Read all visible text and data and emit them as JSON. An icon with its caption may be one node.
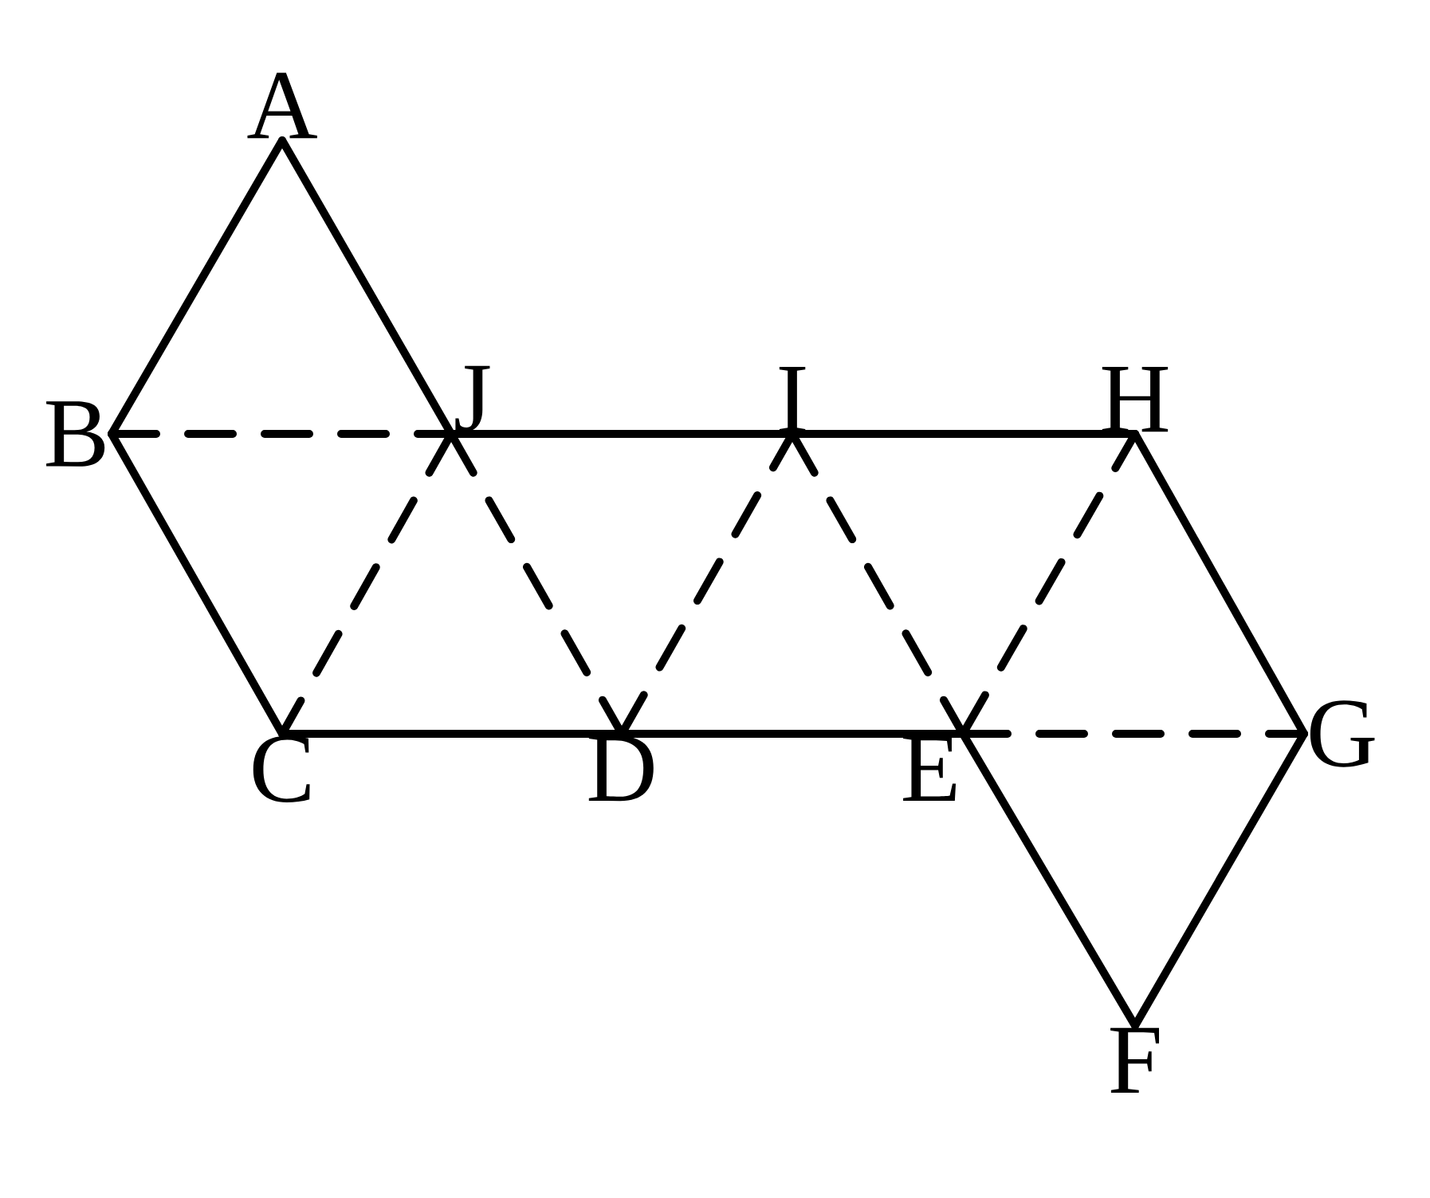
{
  "diagram": {
    "nodes": [
      {
        "text": [
          "A"
        ]
      },
      {
        "text": [
          "B"
        ]
      },
      {
        "text": [
          "J"
        ]
      },
      {
        "text": [
          "I"
        ]
      },
      {
        "text": [
          "H"
        ]
      },
      {
        "text": [
          "C"
        ]
      },
      {
        "text": [
          "D"
        ]
      },
      {
        "text": [
          "E"
        ]
      },
      {
        "text": [
          "G"
        ]
      },
      {
        "text": [
          "F"
        ]
      }
    ],
    "edges": [
      {
        "from": 0,
        "to": 1,
        "arrow": "none"
      },
      {
        "from": 0,
        "to": 2,
        "arrow": "none"
      },
      {
        "from": 1,
        "to": 5,
        "arrow": "none"
      },
      {
        "from": 2,
        "to": 3,
        "arrow": "none"
      },
      {
        "from": 3,
        "to": 4,
        "arrow": "none"
      },
      {
        "from": 4,
        "to": 8,
        "arrow": "none"
      },
      {
        "from": 5,
        "to": 6,
        "arrow": "none"
      },
      {
        "from": 6,
        "to": 7,
        "arrow": "none"
      },
      {
        "from": 7,
        "to": 9,
        "arrow": "none"
      },
      {
        "from": 9,
        "to": 8,
        "arrow": "none"
      },
      {
        "from": 1,
        "to": 2,
        "arrow": "none",
        "style": "dashed"
      },
      {
        "from": 2,
        "to": 5,
        "arrow": "none",
        "style": "dashed"
      },
      {
        "from": 2,
        "to": 6,
        "arrow": "none",
        "style": "dashed"
      },
      {
        "from": 6,
        "to": 3,
        "arrow": "none",
        "style": "dashed"
      },
      {
        "from": 3,
        "to": 7,
        "arrow": "none",
        "style": "dashed"
      },
      {
        "from": 7,
        "to": 4,
        "arrow": "none",
        "style": "dashed"
      },
      {
        "from": 7,
        "to": 8,
        "arrow": "none",
        "style": "dashed"
      }
    ]
  }
}
